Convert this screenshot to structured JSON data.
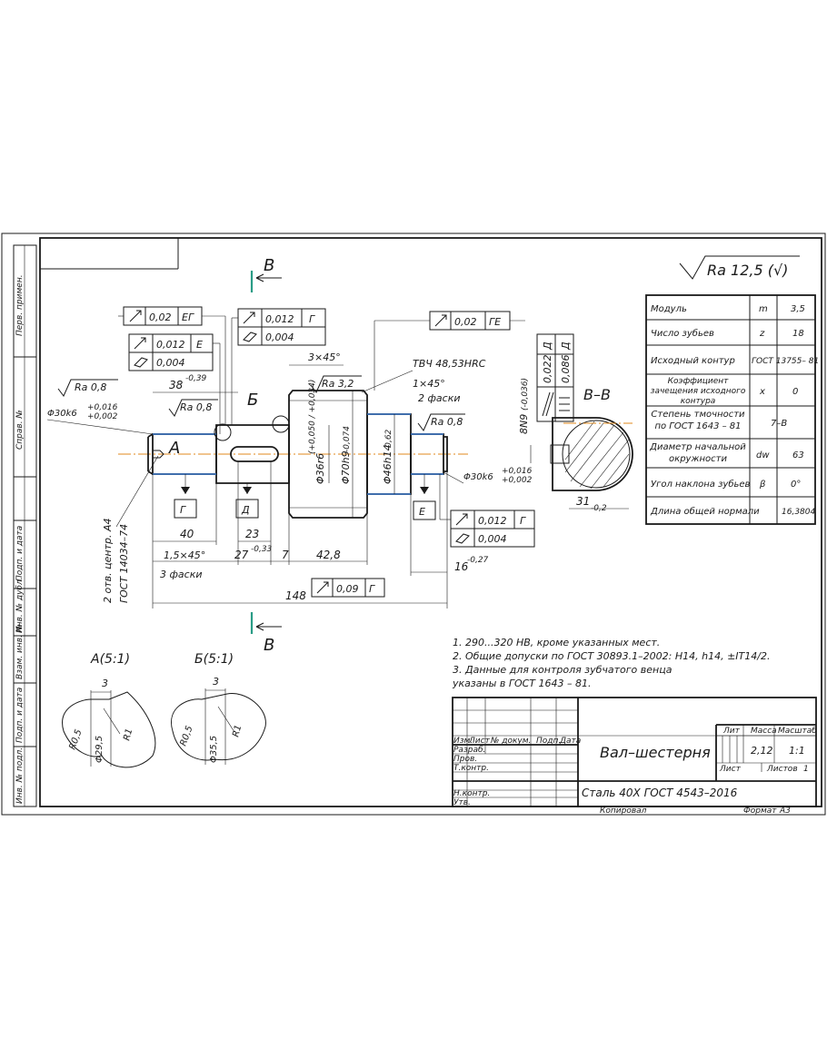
{
  "roughness_general": "Ra 12,5 (√)",
  "section_labels": {
    "top": "В",
    "bottom": "В",
    "view": "В–В"
  },
  "frame_column": [
    "Перв. примен.",
    "Справ. №",
    "Подп. и дата",
    "Инв. № дубл.",
    "Взам. инв. №",
    "Подп. и дата",
    "Инв. № подл."
  ],
  "gear_table": {
    "rows": [
      {
        "label": "Модуль",
        "symbol": "m",
        "value": "3,5"
      },
      {
        "label": "Число зубьев",
        "symbol": "z",
        "value": "18"
      },
      {
        "label": "Исходный контур",
        "symbol": "",
        "value": "ГОСТ 13755– 81"
      },
      {
        "label": "Коэффициент зачещения исходного контура",
        "symbol": "x",
        "value": "0"
      },
      {
        "label": "Степень тмочности по ГОСТ 1643 – 81",
        "symbol": "",
        "value": "7–В"
      },
      {
        "label": "Диаметр начальной окружности",
        "symbol": "dw",
        "value": "63"
      },
      {
        "label": "Угол наклона зубьев",
        "symbol": "β",
        "value": "0°"
      },
      {
        "label": "Длина общей нормали",
        "symbol": "",
        "value": "16,3804"
      }
    ]
  },
  "tolerance_frames": {
    "a": {
      "value": "0,02",
      "base": "ЕГ"
    },
    "b": {
      "value": "0,012",
      "base": "Е"
    },
    "b2": {
      "value": "0,004"
    },
    "c": {
      "value": "0,012",
      "base": "Г"
    },
    "c2": {
      "value": "0,004"
    },
    "d": {
      "value": "0,02",
      "base": "ГЕ"
    },
    "e": {
      "value": "0,012",
      "base": "Г"
    },
    "e2": {
      "value": "0,004"
    },
    "f": {
      "value": "0,09",
      "base": "Г"
    },
    "v1": {
      "value": "0,022",
      "base": "Д"
    },
    "v2": {
      "value": "0,086",
      "base": "Д"
    }
  },
  "datums": {
    "g": "Г",
    "d": "Д",
    "e": "Е"
  },
  "callouts": {
    "a": "А",
    "b": "Б",
    "bevel": "3"
  },
  "annotations": {
    "ra08_left": "Ra 0,8",
    "phi30_left": "Φ30k6",
    "phi30_left_upper": "+0,016",
    "phi30_left_lower": "+0,002",
    "len38": "38",
    "len38_dev": "-0,39",
    "ra08_mid": "Ra 0,8",
    "chamfer_3x45": "3×45°",
    "ra32": "Ra 3,2",
    "tvch": "ТВЧ 48,53HRC",
    "chamfer_1x45": "1×45°",
    "chamfer_count2": "2 фаски",
    "ra08_right": "Ra 0,8",
    "phi36": "Φ36r6",
    "phi36_dev": "(+0,050 / +0,034)",
    "phi70": "Φ70h9",
    "phi70_dev": "-0,074",
    "phi46": "Φ46h14",
    "phi46_dev": "-0,62",
    "phi30_right": "Φ30k6",
    "phi30_right_upper": "+0,016",
    "phi30_right_lower": "+0,002",
    "key_width": "8N9",
    "key_width_dev": "(-0,036)",
    "key_depth": "31",
    "key_depth_dev": "-0,2",
    "dim40": "40",
    "dim23": "23",
    "dim15x45": "1,5×45°",
    "chamfer_count3": "3 фаски",
    "dim27": "27",
    "dim27_dev": "-0,33",
    "dim7": "7",
    "dim428": "42,8",
    "dim16": "16",
    "dim16_dev": "-0,27",
    "dim148": "148",
    "center_holes": "2 отв. центр. А4",
    "center_holes_gost": "ГОСТ 14034–74"
  },
  "details": {
    "a_title": "А(5:1)",
    "b_title": "Б(5:1)",
    "a_dim_top": "3",
    "a_r_left": "R0,5",
    "a_dia": "Φ29,5",
    "a_r_right": "R1",
    "b_dim_top": "3",
    "b_r_left": "R0,5",
    "b_dia": "Φ35,5",
    "b_r_right": "R1"
  },
  "notes": [
    "1. 290...320 HB, кроме указанных мест.",
    "2. Общие допуски по ГОСТ 30893.1–2002: H14, h14, ±IT14/2.",
    "3. Данные для контроля зубчатого венца",
    "указаны в ГОСТ 1643 – 81."
  ],
  "title_block": {
    "part_name": "Вал–шестерня",
    "material": "Сталь 40Х ГОСТ 4543–2016",
    "head": {
      "lit": "Лит",
      "mass": "Масса",
      "scale": "Масштаб"
    },
    "mass_value": "2,12",
    "scale_value": "1:1",
    "sheet": "Лист",
    "sheets": "Листов",
    "sheets_value": "1",
    "cols": {
      "izm": "Изм.",
      "list": "Лист",
      "doc": "№ докум.",
      "sign": "Подп.",
      "date": "Дата"
    },
    "roles": [
      "Разраб.",
      "Пров.",
      "Т.контр.",
      "Н.контр.",
      "Утв."
    ],
    "copied": "Копировал",
    "format": "Формат",
    "format_value": "А3"
  }
}
